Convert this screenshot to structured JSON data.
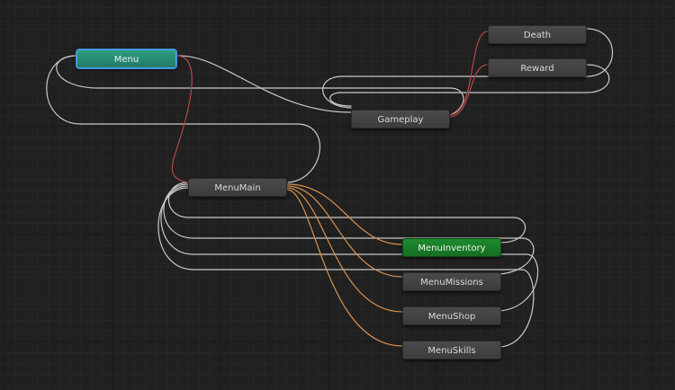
{
  "graph": {
    "nodes": {
      "menu": "Menu",
      "death": "Death",
      "reward": "Reward",
      "gameplay": "Gameplay",
      "menu_main": "MenuMain",
      "menu_inventory": "MenuInventory",
      "menu_missions": "MenuMissions",
      "menu_shop": "MenuShop",
      "menu_skills": "MenuSkills"
    },
    "colors": {
      "background": "#202020",
      "edge_default": "#c8c8c8",
      "edge_red": "#b04848",
      "edge_orange": "#d89050",
      "node_default": "#404040",
      "node_selected": "#2a8a74",
      "node_selected_outline": "#4aa8f0",
      "node_active": "#1a7a28"
    }
  }
}
